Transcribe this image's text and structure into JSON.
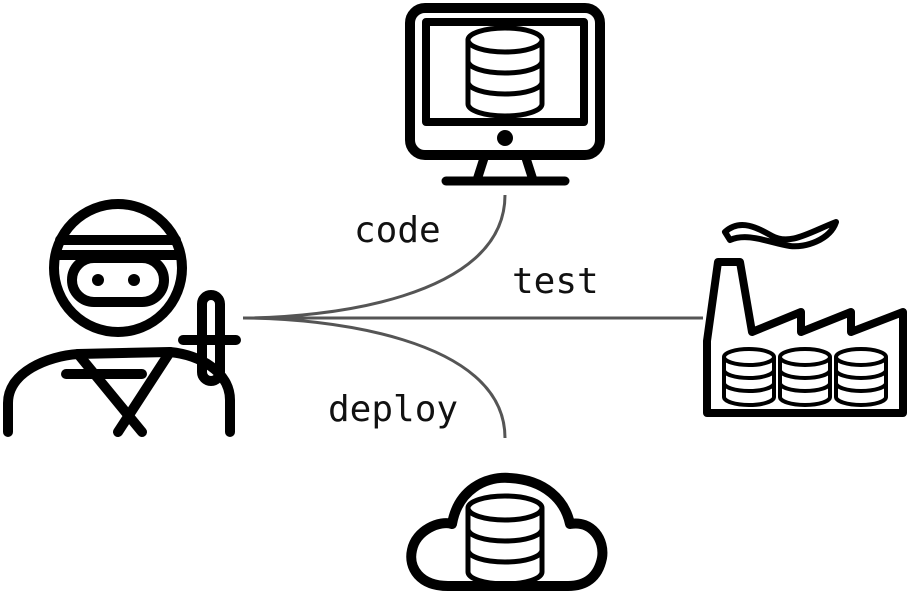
{
  "labels": {
    "code": "code",
    "test": "test",
    "deploy": "deploy"
  },
  "icons": {
    "developer": "ninja-developer-icon",
    "workstation": "computer-monitor-database-icon",
    "factory": "factory-databases-icon",
    "cloud": "cloud-database-icon"
  },
  "colors": {
    "icon_stroke": "#000000",
    "connector": "#555555",
    "background": "#ffffff"
  }
}
